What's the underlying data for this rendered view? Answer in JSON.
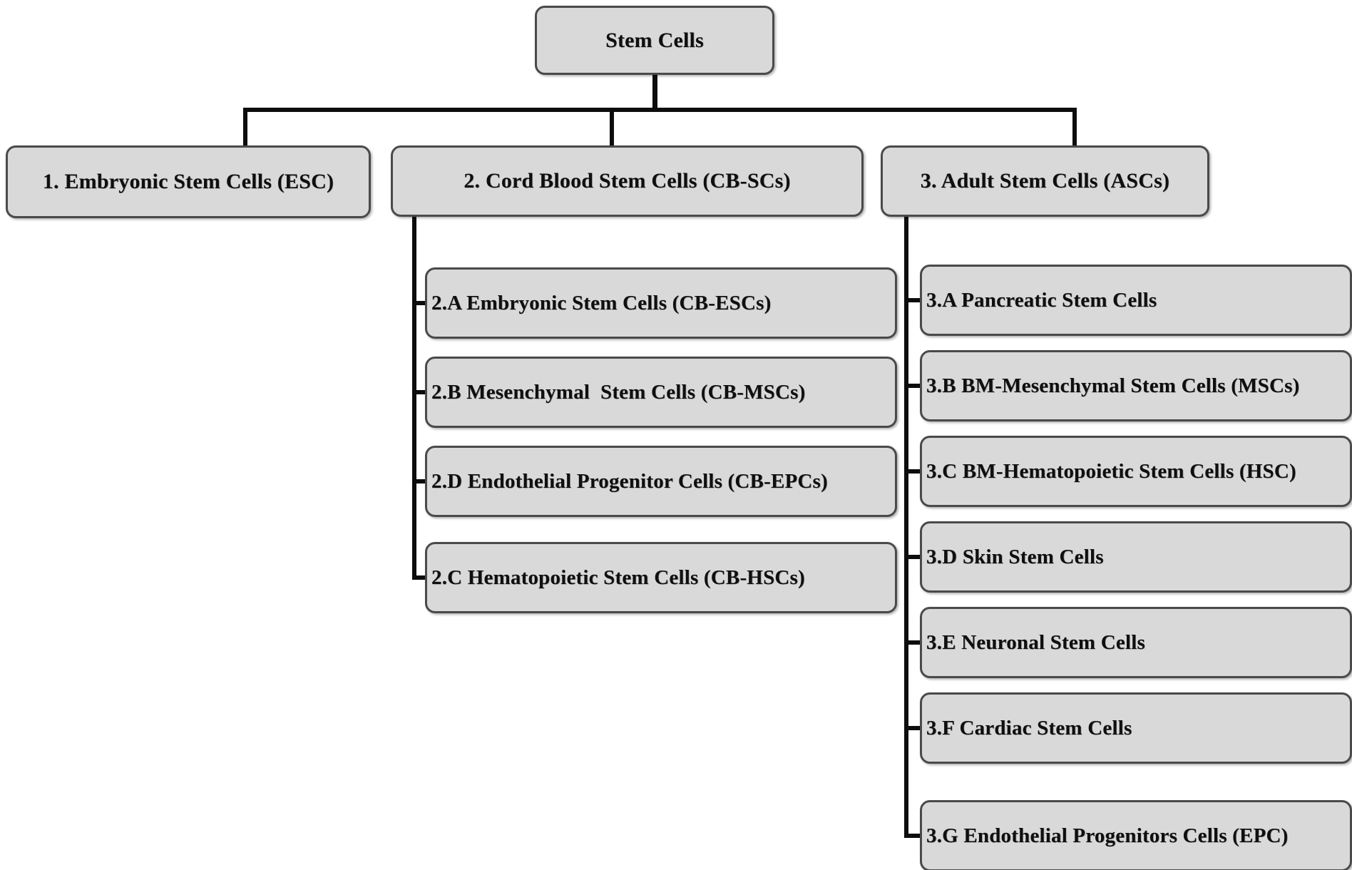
{
  "diagram": {
    "title": "Stem Cells",
    "type": "hierarchy-tree",
    "style": {
      "node_fill": "#d9d9d9",
      "node_border": "#4a4a4a",
      "connector_color": "#0d0d0d",
      "text_color": "#100f0f",
      "background": "#ffffff"
    },
    "root": {
      "label": "Stem Cells"
    },
    "level2": [
      {
        "label": "1. Embryonic Stem Cells (ESC)",
        "children": []
      },
      {
        "label": "2. Cord Blood Stem Cells (CB-SCs)",
        "children": [
          {
            "label": "2.A Embryonic Stem Cells (CB-ESCs)"
          },
          {
            "label": "2.B Mesenchymal  Stem Cells (CB-MSCs)"
          },
          {
            "label": "2.D Endothelial Progenitor Cells (CB-EPCs)"
          },
          {
            "label": "2.C Hematopoietic Stem Cells (CB-HSCs)"
          }
        ]
      },
      {
        "label": "3. Adult Stem Cells (ASCs)",
        "children": [
          {
            "label": "3.A Pancreatic Stem Cells"
          },
          {
            "label": "3.B BM-Mesenchymal Stem Cells (MSCs)"
          },
          {
            "label": "3.C BM-Hematopoietic Stem Cells (HSC)"
          },
          {
            "label": "3.D Skin Stem Cells"
          },
          {
            "label": "3.E Neuronal Stem Cells"
          },
          {
            "label": "3.F Cardiac Stem Cells"
          },
          {
            "label": "3.G Endothelial Progenitors Cells (EPC)"
          }
        ]
      }
    ]
  }
}
